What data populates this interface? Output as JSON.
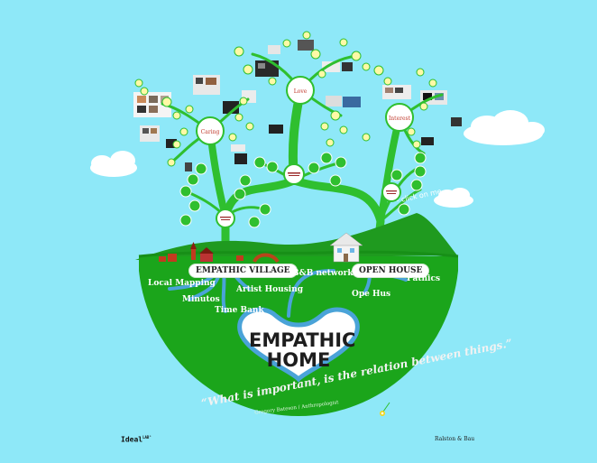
{
  "colors": {
    "sky": "#8ee8f8",
    "grass": "#1ba51b",
    "trunk": "#2fbf2f",
    "root": "#4aa3d8",
    "node_fill": "#fff9a6"
  },
  "tree_nodes": {
    "caring": "Caring",
    "love": "Love",
    "interest": "Interest"
  },
  "villages": {
    "empathic_village": "EMPATHIC VILLAGE",
    "open_house": "OPEN HOUSE"
  },
  "branches": {
    "local_mapping": "Local Mapping",
    "minutos": "Minutos",
    "time_bank": "Time Bank",
    "artist_housing": "Artist Housing",
    "bnb_network": "B&B network",
    "ope_hus": "Ope Hus",
    "pathics": "Pathics"
  },
  "center": {
    "line1": "EMPATHIC",
    "line2": "HOME"
  },
  "quote": "“What is important, is the relation between things.”",
  "quote_attribution": "Gregory Bateson / Anthropologist",
  "logos": {
    "left": "Ideal",
    "left_sup": "LAB°",
    "right": "Ralston & Bau"
  },
  "click_hint": "- click on me -"
}
